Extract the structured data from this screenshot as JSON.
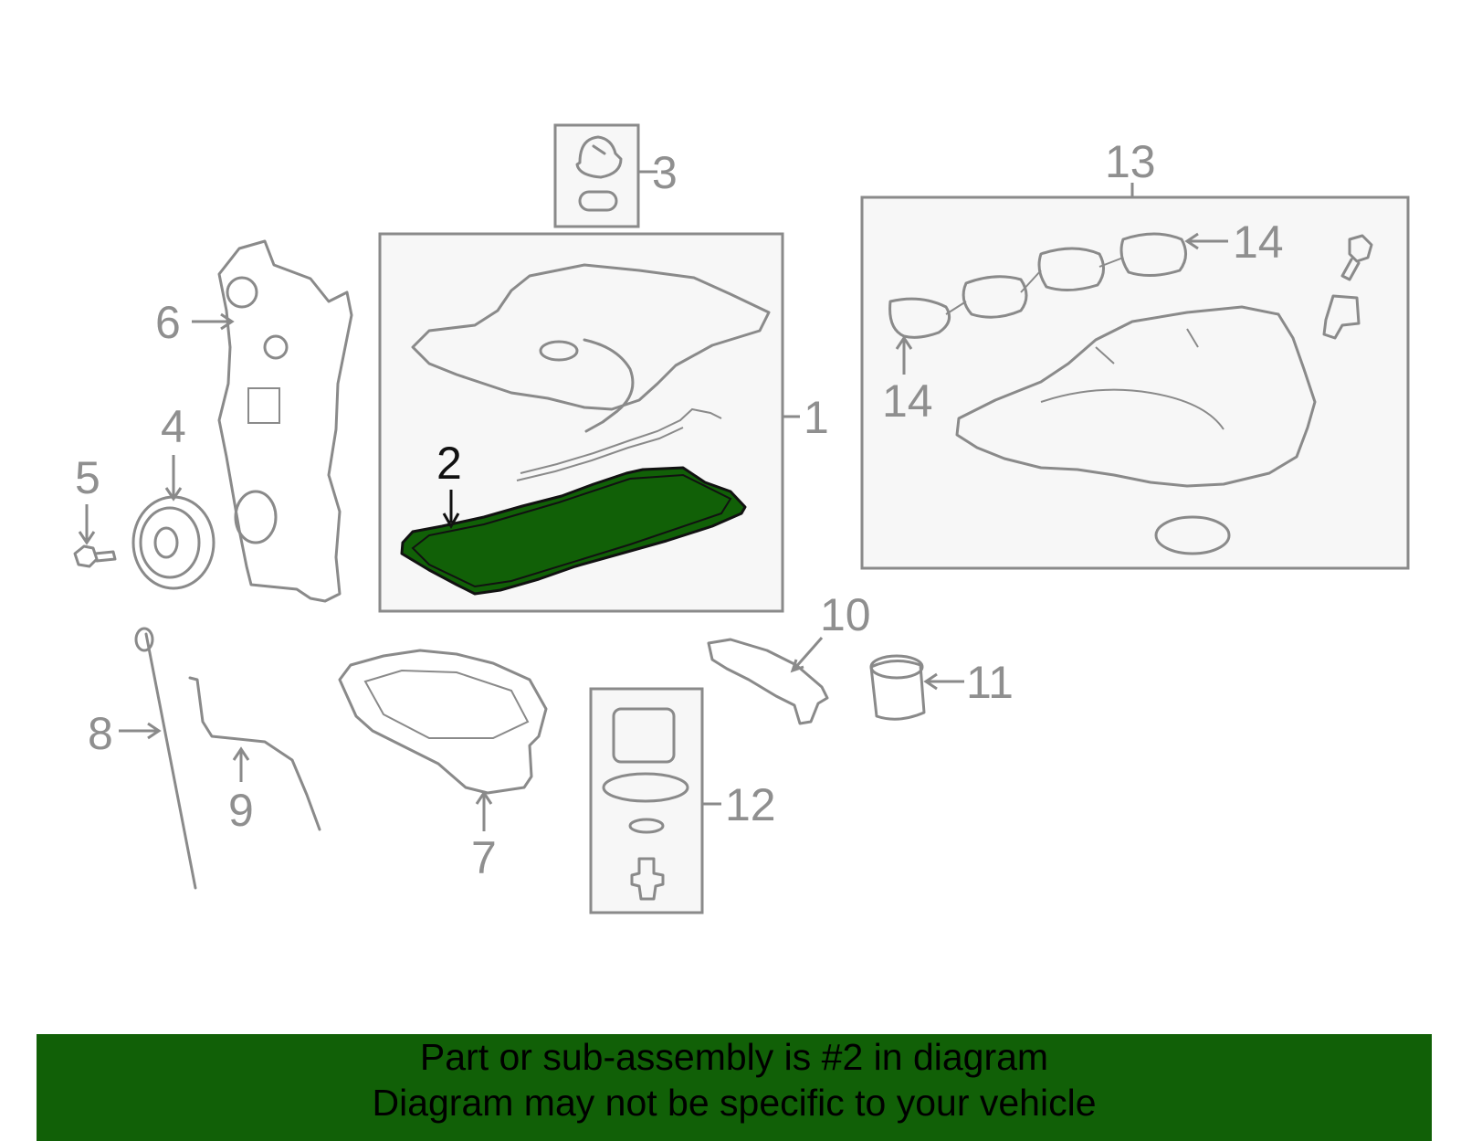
{
  "callouts": {
    "c1": "1",
    "c2": "2",
    "c3": "3",
    "c4": "4",
    "c5": "5",
    "c6": "6",
    "c7": "7",
    "c8": "8",
    "c9": "9",
    "c10": "10",
    "c11": "11",
    "c12": "12",
    "c13": "13",
    "c14a": "14",
    "c14b": "14"
  },
  "highlighted_part": "2",
  "colors": {
    "highlight_fill": "#116007",
    "banner_bg": "#116007",
    "line_gray": "#8a8a8a"
  },
  "banner": {
    "line1": "Part or sub-assembly is #2 in diagram",
    "line2": "Diagram may not be specific to your vehicle"
  }
}
